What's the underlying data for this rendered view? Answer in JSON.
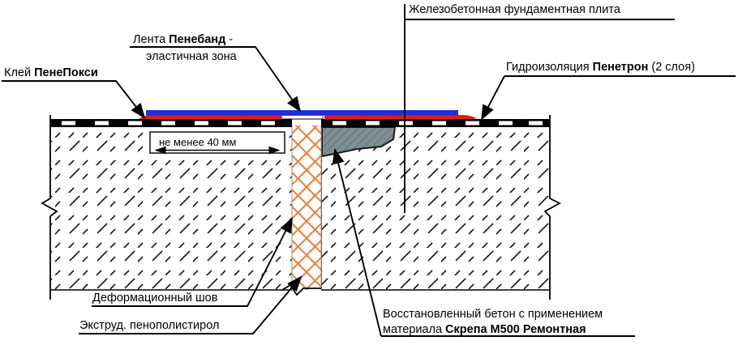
{
  "diagram": {
    "title_alt": "Узел деформационного шва фундаментной плиты",
    "labels": {
      "glue": {
        "plain": "Клей ",
        "bold": "ПенеПокси",
        "tail": ""
      },
      "tape_line1": {
        "plain": "Лента ",
        "bold": "Пенебанд",
        "tail": "  -"
      },
      "tape_line2": {
        "plain": "эластичная зона",
        "bold": "",
        "tail": ""
      },
      "slab": {
        "plain": "Железобетонная фундаментная плита",
        "bold": "",
        "tail": ""
      },
      "waterproofing": {
        "plain": "Гидроизоляция ",
        "bold": "Пенетрон",
        "tail": " (2 слоя)"
      },
      "dimension": {
        "plain": "не менее 40 мм",
        "bold": "",
        "tail": ""
      },
      "expansion_joint": {
        "plain": "Деформационный шов",
        "bold": "",
        "tail": ""
      },
      "polystyrene": {
        "plain": "Экструд. пенополистирол",
        "bold": "",
        "tail": ""
      },
      "repair_line1": {
        "plain": "Восстановленный бетон с применением",
        "bold": "",
        "tail": ""
      },
      "repair_line2": {
        "plain": "материала ",
        "bold": "Скрепа М500 Ремонтная",
        "tail": ""
      }
    },
    "colors": {
      "tape_blue": "#1f2ed6",
      "glue_red": "#e01b1b",
      "waterproofing_black": "#000000",
      "polystyrene_orange": "#e8833a",
      "repair_concrete_gray": "#7e8f92",
      "outline": "#000000",
      "hatch": "#111111",
      "background": "#ffffff"
    },
    "materials": [
      {
        "name": "Клей ПенеПокси",
        "layer": "glue",
        "color": "#e01b1b"
      },
      {
        "name": "Лента Пенебанд",
        "layer": "tape",
        "color": "#1f2ed6"
      },
      {
        "name": "Гидроизоляция Пенетрон (2 слоя)",
        "layer": "waterproofing",
        "color": "#000000"
      },
      {
        "name": "Экструд. пенополистирол",
        "layer": "joint-filler",
        "color": "#e8833a"
      },
      {
        "name": "Скрепа М500 Ремонтная",
        "layer": "repair-concrete",
        "color": "#7e8f92"
      },
      {
        "name": "Железобетонная фундаментная плита",
        "layer": "slab",
        "color": "#ffffff"
      }
    ]
  }
}
